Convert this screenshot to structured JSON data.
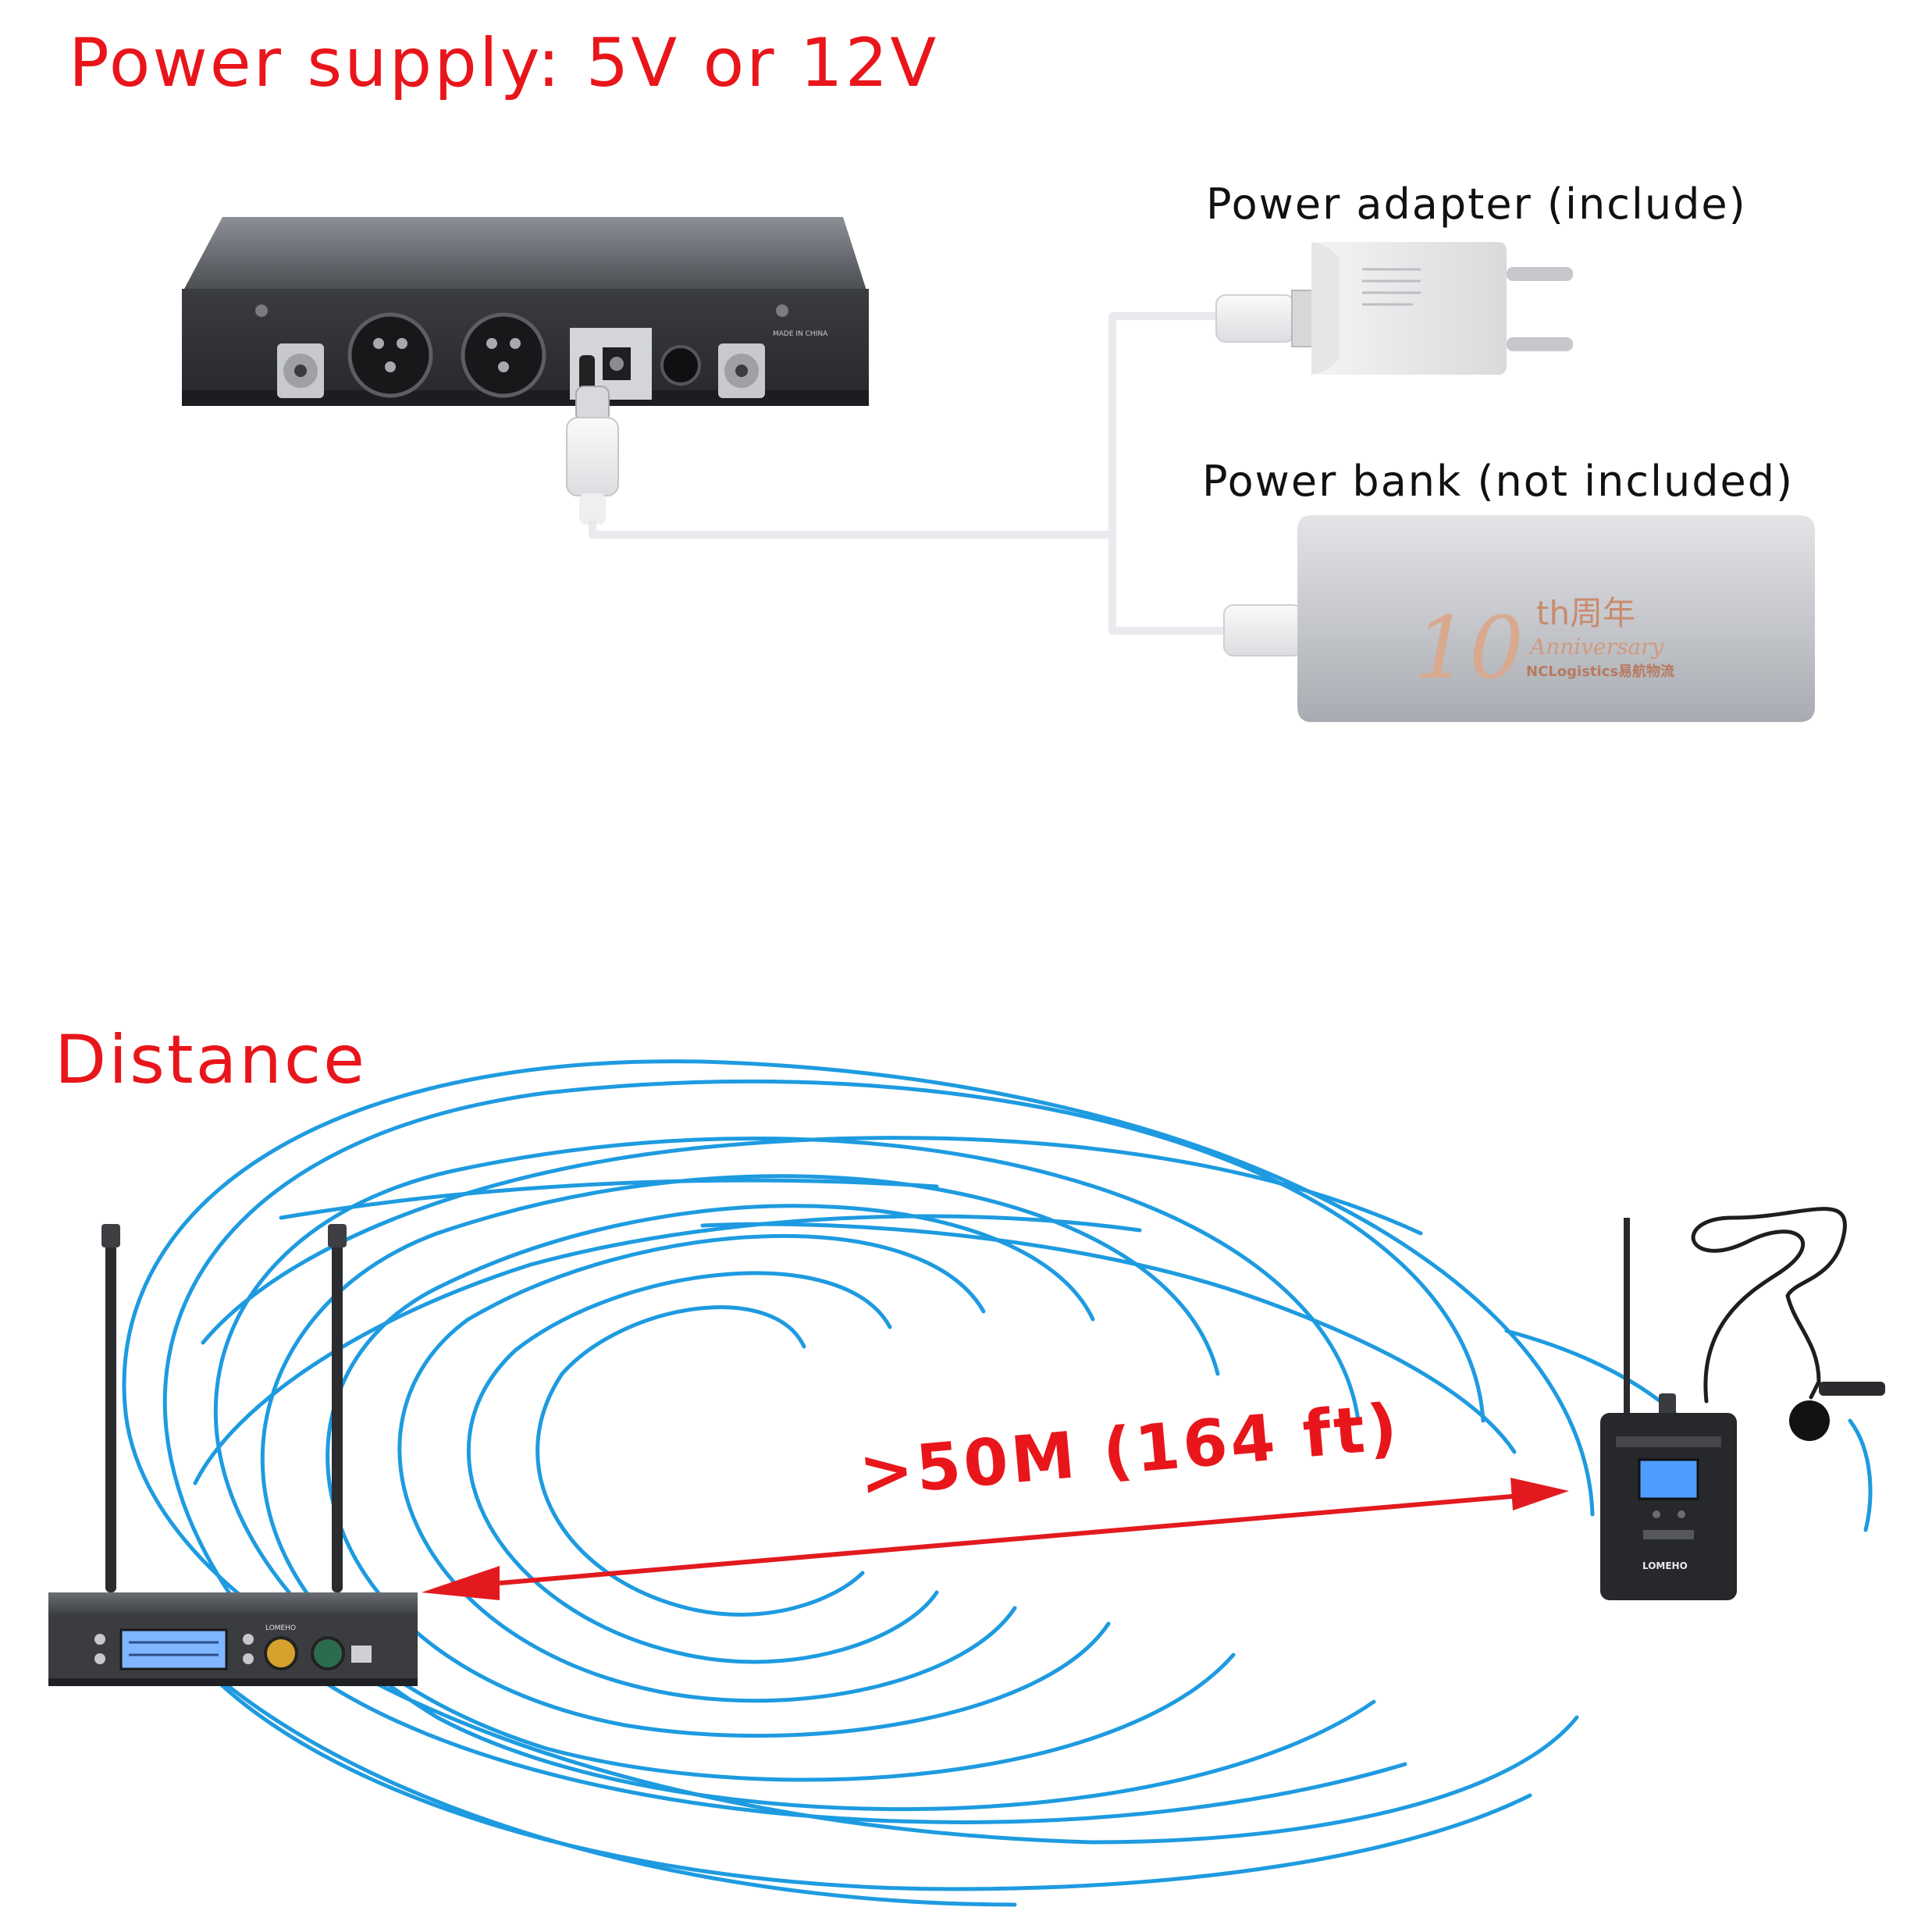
{
  "power": {
    "heading": "Power supply: 5V or 12V",
    "adapter_label": "Power adapter (include)",
    "bank_label": "Power bank (not included)",
    "receiver_marking": "MADE IN CHINA",
    "bank_logo": {
      "line1": "th周年",
      "line2": "Anniversary",
      "line3": "NCLogistics易航物流",
      "number": "10"
    }
  },
  "distance": {
    "heading": "Distance",
    "range_text": ">50M (164 ft)",
    "receiver_brand": "LOMEHO",
    "bodypack_brand": "LOMEHO"
  },
  "colors": {
    "heading": "#e8161b",
    "wave": "#1e9be0",
    "arrow": "#e21a1f",
    "device_dark": "#2f3135",
    "cable": "#e9e9ee",
    "adapter_body": "#ededee",
    "bank_body": "#c9cbd0"
  }
}
